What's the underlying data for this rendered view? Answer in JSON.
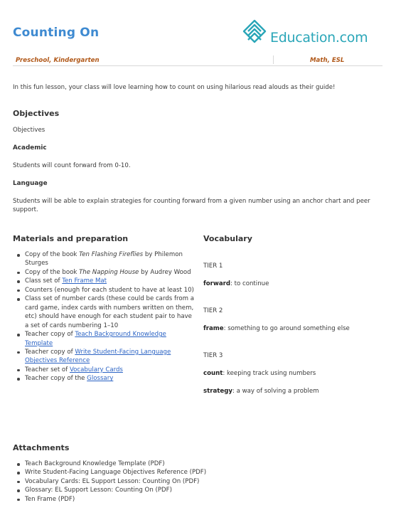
{
  "header": {
    "title": "Counting On",
    "logo_text": "Education.com"
  },
  "meta": {
    "grades": "Preschool, Kindergarten",
    "subjects": "Math, ESL"
  },
  "intro": "In this fun lesson, your class will love learning how to count on using hilarious read alouds as their guide!",
  "objectives": {
    "heading": "Objectives",
    "subtitle": "Objectives",
    "academic_heading": "Academic",
    "academic_text": "Students will count forward from 0-10.",
    "language_heading": "Language",
    "language_text": "Students will be able to explain strategies for counting forward from a given number using an anchor chart and peer support."
  },
  "materials": {
    "heading": "Materials and preparation",
    "item1_a": "Copy of the book ",
    "item1_b": "Ten Flashing Fireflies",
    "item1_c": " by Philemon Sturges",
    "item2_a": "Copy of the book ",
    "item2_b": "The Napping House",
    "item2_c": " by Audrey Wood",
    "item3_a": "Class set of ",
    "item3_link": "Ten Frame Mat",
    "item4": "Counters (enough for each student to have at least 10)",
    "item5": "Class set of number cards (these could be cards from a card game, index cards with numbers written on them, etc) should have enough for each student pair to have a set of cards numbering 1–10",
    "item6_a": "Teacher copy of ",
    "item6_link": "Teach Background Knowledge Template",
    "item7_a": "Teacher copy of ",
    "item7_link": "Write Student-Facing Language Objectives Reference",
    "item8_a": "Teacher set of ",
    "item8_link": "Vocabulary Cards",
    "item9_a": "Teacher copy of the ",
    "item9_link": "Glossary"
  },
  "vocabulary": {
    "heading": "Vocabulary",
    "tier1": "TIER 1",
    "forward_term": "forward",
    "forward_def": ": to continue",
    "tier2": "TIER 2",
    "frame_term": "frame",
    "frame_def": ": something to go around something else",
    "tier3": "TIER 3",
    "count_term": "count",
    "count_def": ": keeping track using numbers",
    "strategy_term": "strategy",
    "strategy_def": ": a way of solving a problem"
  },
  "attachments": {
    "heading": "Attachments",
    "items": [
      "Teach Background Knowledge Template (PDF)",
      "Write Student-Facing Language Objectives Reference (PDF)",
      "Vocabulary Cards: EL Support Lesson: Counting On (PDF)",
      "Glossary: EL Support Lesson: Counting On (PDF)",
      "Ten Frame (PDF)"
    ]
  },
  "colors": {
    "title": "#3e8ad1",
    "logo": "#2aa6b8",
    "meta": "#b1591a",
    "link": "#2b63c4"
  }
}
